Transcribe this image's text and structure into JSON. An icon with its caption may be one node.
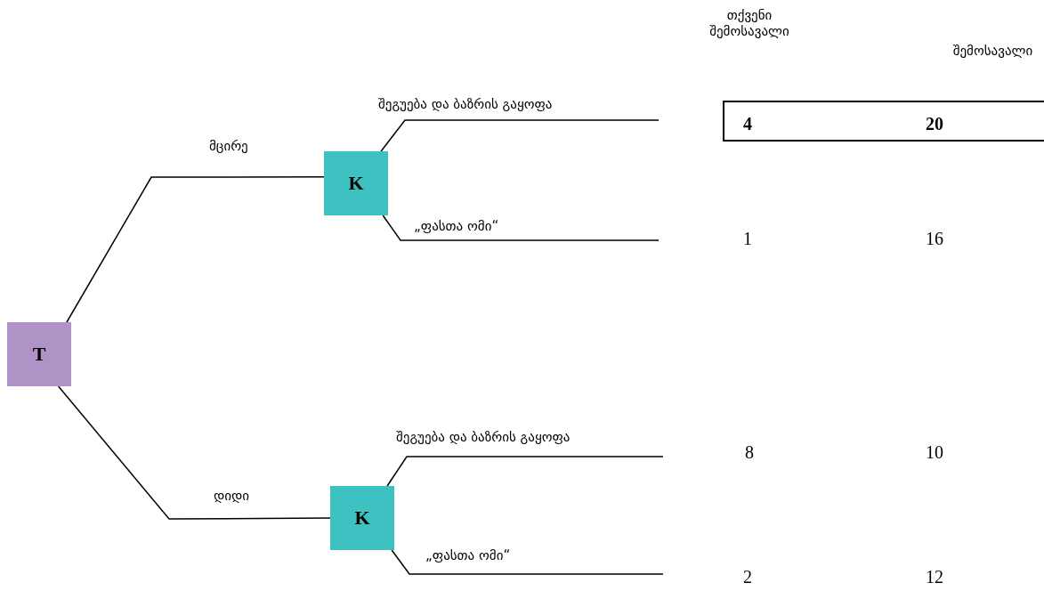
{
  "diagram": {
    "nodes": [
      {
        "text": [
          "T"
        ]
      },
      {
        "text": [
          "K"
        ]
      },
      {
        "text": [
          "K"
        ]
      }
    ],
    "edges": [
      {
        "from": 0,
        "to": 1,
        "arrow": "none",
        "label": "მცირე"
      },
      {
        "from": 0,
        "to": 2,
        "arrow": "none",
        "label": "დიდი"
      },
      {
        "from": 1,
        "to": null,
        "arrow": "none",
        "label": "შეგუება და ბაზრის გაყოფა"
      },
      {
        "from": 1,
        "to": null,
        "arrow": "none",
        "label": "„ფასთა ომი“"
      },
      {
        "from": 2,
        "to": null,
        "arrow": "none",
        "label": "შეგუება და ბაზრის გაყოფა"
      },
      {
        "from": 2,
        "to": null,
        "arrow": "none",
        "label": "„ფასთა ომი“"
      }
    ],
    "labels": [
      "თქვენი შემოსავალი",
      "შემოსავალი",
      "4",
      "20",
      "1",
      "16",
      "8",
      "10",
      "2",
      "12"
    ]
  }
}
